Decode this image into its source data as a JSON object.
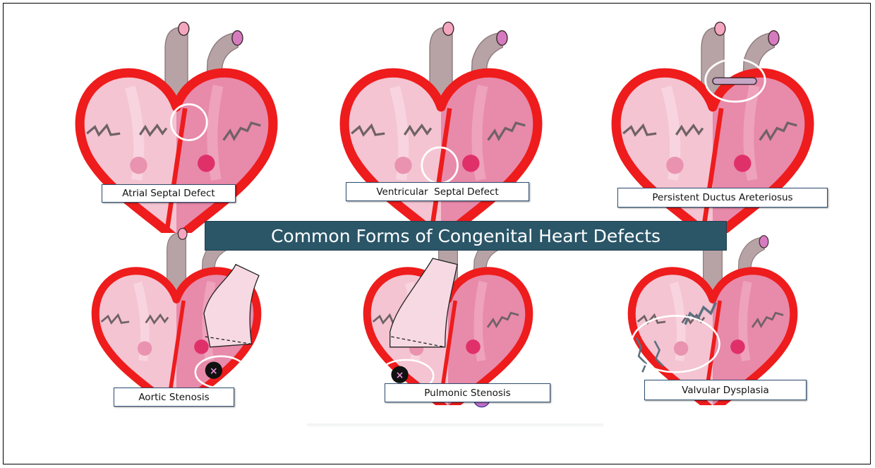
{
  "figure": {
    "title": "Common Forms of Congenital Heart Defects",
    "panels": [
      {
        "id": "asd",
        "label": "Atrial Septal Defect",
        "highlight": "upper septum opening"
      },
      {
        "id": "vsd",
        "label": "Ventricular  Septal Defect",
        "highlight": "lower septum opening"
      },
      {
        "id": "pda",
        "label": "Persistent Ductus Areteriosus",
        "highlight": "vessel connection between great arteries"
      },
      {
        "id": "as",
        "label": "Aortic Stenosis",
        "highlight": "narrowed aortic valve"
      },
      {
        "id": "ps",
        "label": "Pulmonic Stenosis",
        "highlight": "narrowed pulmonic valve"
      },
      {
        "id": "vd",
        "label": "Valvular Dysplasia",
        "highlight": "malformed valves"
      }
    ]
  },
  "colors": {
    "heart_outline": "#ee1c1c",
    "left_side_fill": "#f4c4d2",
    "right_side_fill": "#e88aaa",
    "vessel": "#b7a3a5",
    "vessel_rim_light": "#f4a6c0",
    "vessel_rim_dark": "#d77bc0",
    "valve_light": "#e993b0",
    "valve_dark": "#e0306a",
    "valve_squiggle": "#6f6266",
    "title_banner": "#2a5668",
    "highlight_circle": "#ffffff"
  }
}
